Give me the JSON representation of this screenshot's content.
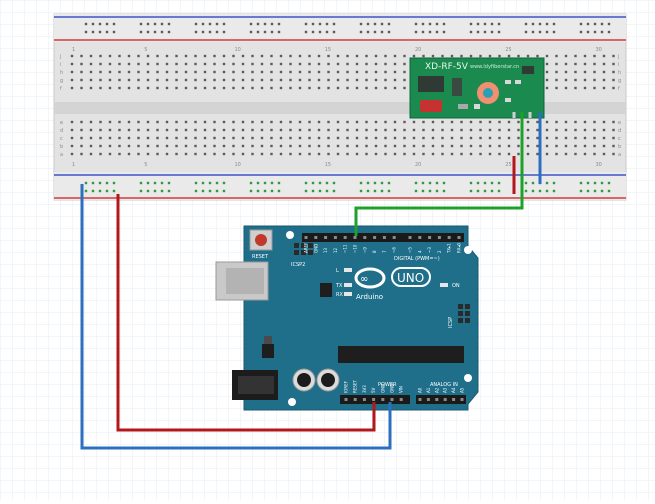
{
  "breadboard": {
    "column_labels": [
      "1",
      "5",
      "10",
      "15",
      "20",
      "25",
      "30"
    ],
    "row_labels_top": [
      "j",
      "i",
      "h",
      "g",
      "f"
    ],
    "row_labels_bottom": [
      "e",
      "d",
      "c",
      "b",
      "a"
    ]
  },
  "rf_module": {
    "name": "XD-RF-5V",
    "url": "www.ldyfiberstar.cn"
  },
  "arduino": {
    "brand": "Arduino",
    "model": "UNO",
    "reset_label": "RESET",
    "icsp2_label": "ICSP2",
    "digital_label": "DIGITAL (PWM=~)",
    "on_label": "ON",
    "led_labels": [
      "L",
      "TX",
      "RX"
    ],
    "icsp_label": "ICSP",
    "power_label": "POWER",
    "analog_label": "ANALOG IN",
    "power_pins": [
      "IOREF",
      "RESET",
      "3V3",
      "5V",
      "GND",
      "GND",
      "VIN"
    ],
    "analog_pins": [
      "A0",
      "A1",
      "A2",
      "A3",
      "A4",
      "A5"
    ],
    "digital_pins": [
      "AREF",
      "GND",
      "13",
      "12",
      "~11",
      "~10",
      "~9",
      "8",
      "7",
      "~6",
      "~5",
      "4",
      "~3",
      "2",
      "TX▸1",
      "RX◂0"
    ]
  },
  "wires": {
    "gnd_color": "#2d6fbf",
    "vcc_color": "#b3161b",
    "data_color": "#1fa02b"
  },
  "colors": {
    "board": "#1f6f8b",
    "board_dark": "#185a72",
    "rf_pcb": "#1b8a4e",
    "breadboard": "#e3e3e3",
    "rail_red": "#d23a3a",
    "rail_blue": "#3a56c8"
  }
}
